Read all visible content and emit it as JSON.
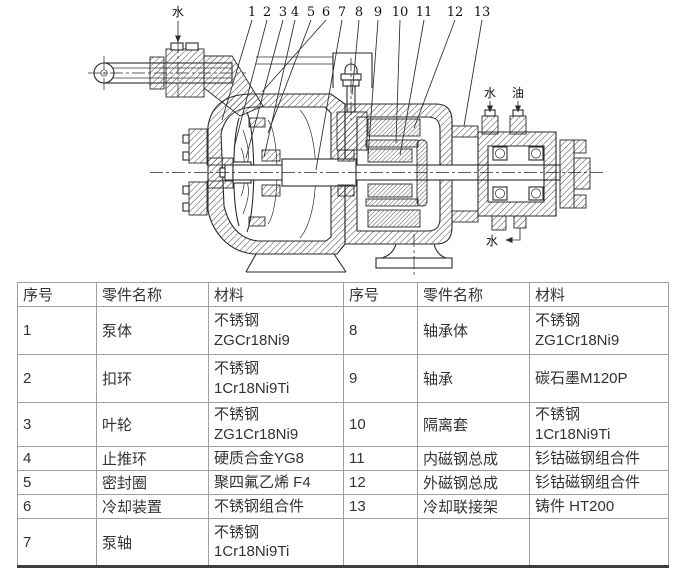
{
  "diagram": {
    "callouts": [
      "1",
      "2",
      "3",
      "4",
      "5",
      "6",
      "7",
      "8",
      "9",
      "10",
      "11",
      "12",
      "13"
    ],
    "water_label": "水",
    "oil_label": "油",
    "line_color": "#2b2b2b"
  },
  "table": {
    "headers": [
      "序号",
      "零件名称",
      "材料",
      "序号",
      "零件名称",
      "材料"
    ],
    "rows": [
      [
        "1",
        "泵体",
        "不锈钢\nZGCr18Ni9",
        "8",
        "轴承体",
        "不锈钢\nZG1Cr18Ni9"
      ],
      [
        "2",
        "扣环",
        "不锈钢\n1Cr18Ni9Ti",
        "9",
        "轴承",
        "碳石墨M120P"
      ],
      [
        "3",
        "叶轮",
        "不锈钢\nZG1Cr18Ni9",
        "10",
        "隔离套",
        "不锈钢\n1Cr18Ni9Ti"
      ],
      [
        "4",
        "止推环",
        "硬质合金YG8",
        "11",
        "内磁钢总成",
        "钐钴磁钢组合件"
      ],
      [
        "5",
        "密封圈",
        "聚四氟乙烯 F4",
        "12",
        "外磁钢总成",
        "钐钴磁钢组合件"
      ],
      [
        "6",
        "冷却装置",
        "不锈钢组合件",
        "13",
        "冷却联接架",
        "铸件 HT200"
      ],
      [
        "7",
        "泵轴",
        "不锈钢\n1Cr18Ni9Ti",
        "",
        "",
        ""
      ]
    ]
  }
}
